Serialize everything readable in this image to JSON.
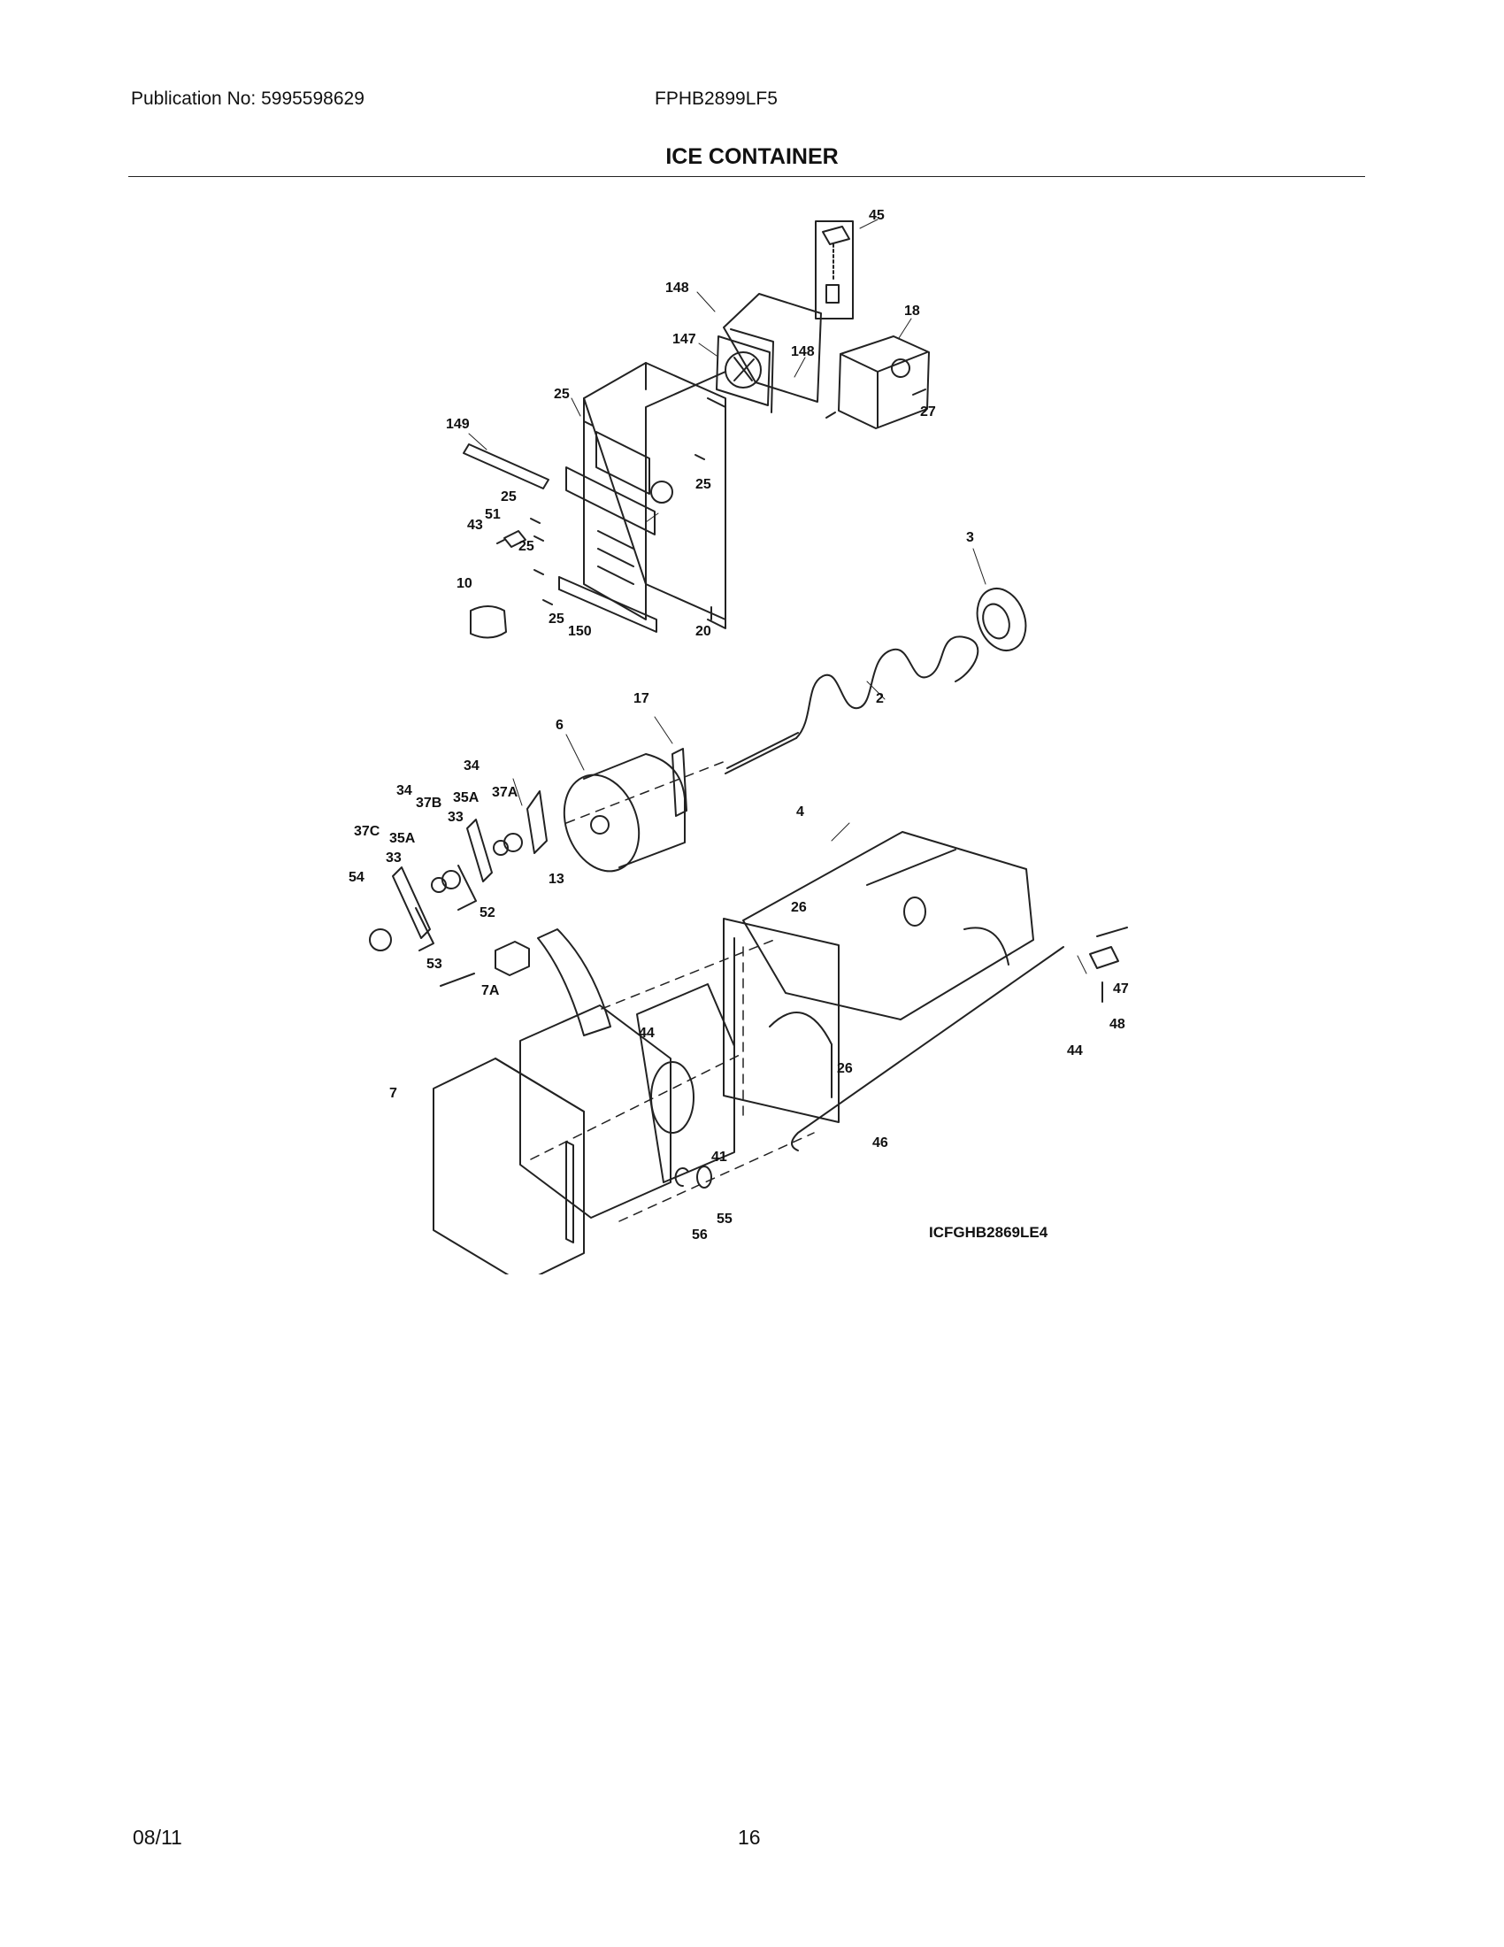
{
  "header": {
    "publication": "Publication No: 5995598629",
    "model": "FPHB2899LF5",
    "title": "ICE CONTAINER"
  },
  "diagram": {
    "callouts": [
      "45",
      "148",
      "18",
      "147",
      "148",
      "25",
      "27",
      "149",
      "25",
      "25",
      "51",
      "43",
      "25",
      "3",
      "10",
      "25",
      "150",
      "20",
      "17",
      "2",
      "6",
      "34",
      "34",
      "37B",
      "35A",
      "37A",
      "37C",
      "35A",
      "33",
      "33",
      "4",
      "54",
      "13",
      "52",
      "26",
      "53",
      "7A",
      "44",
      "47",
      "48",
      "44",
      "26",
      "7",
      "46",
      "41",
      "55",
      "56"
    ],
    "code": "ICFGHB2869LE4"
  },
  "footer": {
    "date": "08/11",
    "page": "16"
  }
}
